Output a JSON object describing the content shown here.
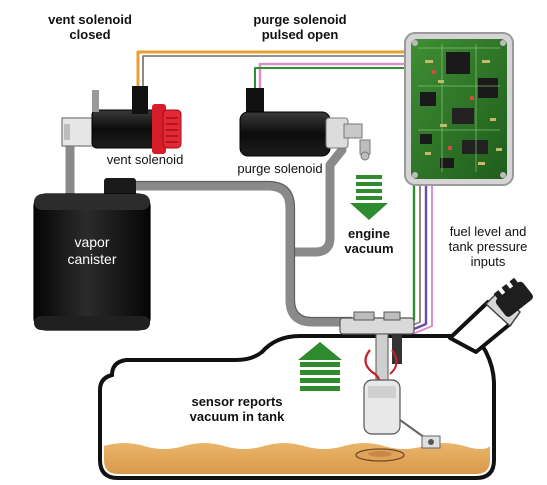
{
  "labels": {
    "vent_status_line1": "vent solenoid",
    "vent_status_line2": "closed",
    "purge_status_line1": "purge solenoid",
    "purge_status_line2": "pulsed open",
    "vent_solenoid": "vent solenoid",
    "purge_solenoid": "purge solenoid",
    "canister_line1": "vapor",
    "canister_line2": "canister",
    "engine_line1": "engine",
    "engine_line2": "vacuum",
    "inputs_line1": "fuel level and",
    "inputs_line2": "tank pressure",
    "inputs_line3": "inputs",
    "sensor_line1": "sensor reports",
    "sensor_line2": "vacuum in tank"
  },
  "colors": {
    "hose": "#8a8a8a",
    "solenoid_body": "#141414",
    "vent_cap": "#d81d2a",
    "arrow_green": "#2e8b2e",
    "ecu_board": "#2f7a2a",
    "fuel": "#e9b46a",
    "wire_orange": "#e8a030",
    "wire_pink": "#d98fc8",
    "wire_green": "#2f8f2f",
    "wire_purple": "#6a4bb0"
  },
  "icons": {
    "engine_arrow": "arrow-down-icon",
    "tank_arrow": "arrow-up-icon",
    "controller": "circuit-board-icon"
  }
}
